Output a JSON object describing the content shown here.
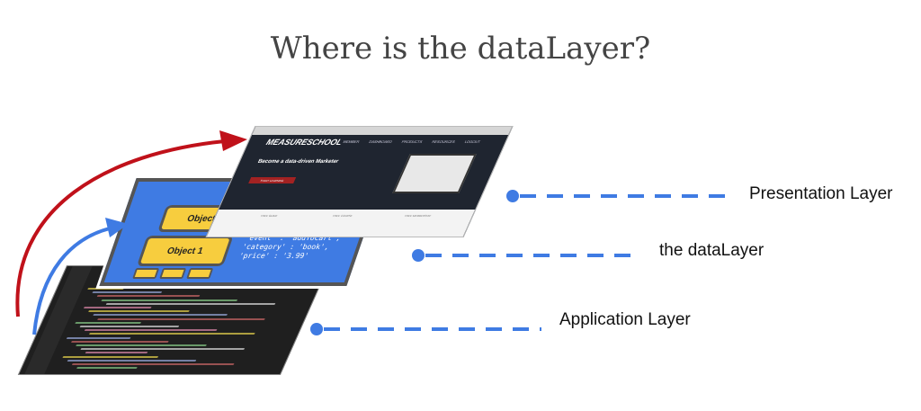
{
  "title": "Where is the dataLayer?",
  "layers": {
    "presentation": {
      "label": "Presentation Layer",
      "site_logo": "MEASURESCHOOL",
      "menu": [
        "MEMBER DASHBOARD",
        "PRODUCTS",
        "RESOURCES",
        "LOGOUT"
      ],
      "hero": "Become a data-driven Marketer",
      "cta": "START LEARNING",
      "cards": [
        "FREE GUIDE",
        "FREE COURSE",
        "FREE MEMBERSHIP"
      ]
    },
    "datalayer": {
      "label": "the dataLayer",
      "objects": [
        "Object 0",
        "Object 1"
      ],
      "json": "'event' : 'addToCart',\n'category' : 'book',\n'price' : '3.99'"
    },
    "application": {
      "label": "Application Layer"
    }
  },
  "colors": {
    "accent_blue": "#3f7be3",
    "arrow_red": "#c0111a",
    "object_yellow": "#f7cd3e"
  }
}
